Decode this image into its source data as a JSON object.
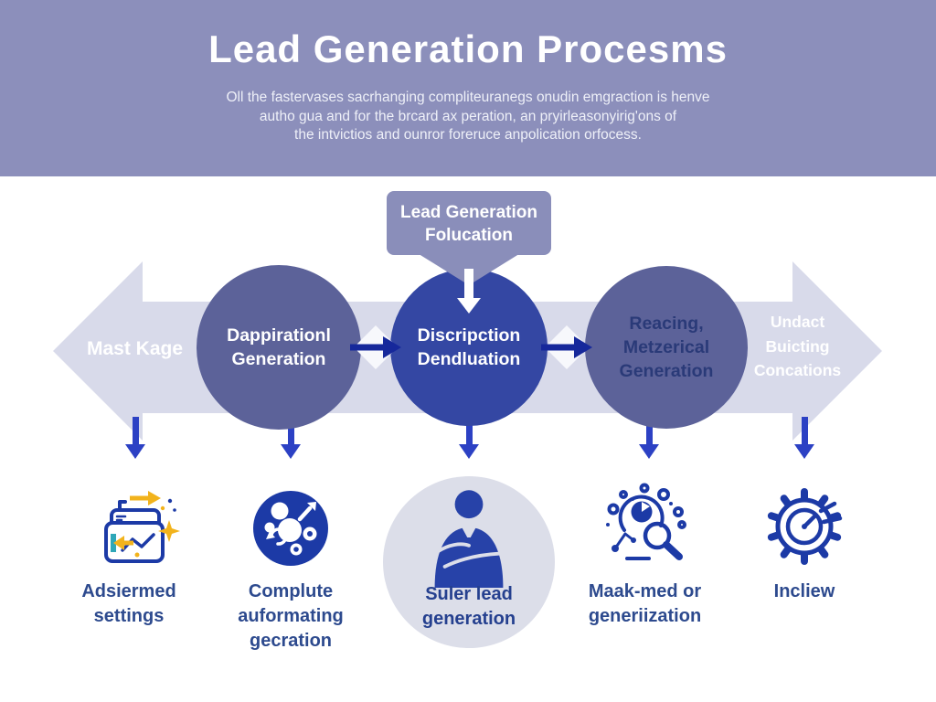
{
  "header": {
    "title": "Lead Generation Procesms",
    "subtitle": [
      "Oll the fastervases sacrhanging compliteuranegs onudin emgraction is henve",
      "autho gua and for the brcard ax peration, an pryirleasonyirig'ons of",
      "the intvictios and ounror foreruce anpolication orfocess."
    ]
  },
  "callout": {
    "line1": "Lead Generation",
    "line2": "Folucation"
  },
  "flow": {
    "left_label": "Mast Kage",
    "right_label": [
      "Undact",
      "Buicting",
      "Concations"
    ],
    "circles": [
      {
        "line1": "Dappirationl",
        "line2": "Generation"
      },
      {
        "line1": "Discripction",
        "line2": "Dendluation"
      },
      {
        "line1": "Reacing, Metzerical",
        "line2": "Generation"
      }
    ]
  },
  "items": [
    {
      "icon": "marketing-settings-icon",
      "label": "Adsiermed settings"
    },
    {
      "icon": "automation-network-icon",
      "label": "Complute auformating gecration"
    },
    {
      "icon": "business-person-icon",
      "label": "Suler lead generation"
    },
    {
      "icon": "search-analytics-icon",
      "label": "Maak-med or generiization"
    },
    {
      "icon": "gear-gauge-icon",
      "label": "Incliew"
    }
  ],
  "colors": {
    "header_bg": "#8c8fbb",
    "callout_bg": "#8a8eba",
    "flow_arrow": "#d8daea",
    "circle_muted": "#5c6299",
    "circle_primary": "#3447a3",
    "connector_navy": "#16289b",
    "down_arrow_blue": "#2c41c4",
    "icon_blue": "#1c3aa6",
    "icon_gold": "#f2b31c",
    "icon_teal": "#2fa7b8",
    "caption_text": "#2d4a8e",
    "light_circle": "#dcdee9"
  }
}
